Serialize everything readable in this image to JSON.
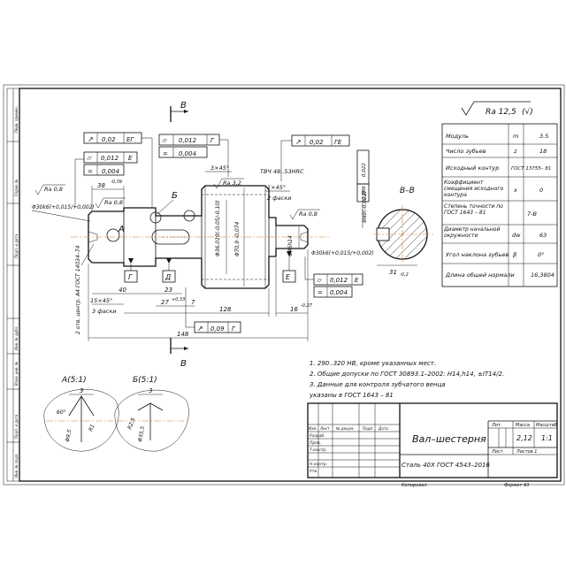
{
  "roughness": {
    "main": "Ra 12,5",
    "tail": "(√)"
  },
  "params_table": {
    "rows": [
      {
        "name": "Модуль",
        "symbol": "m",
        "value": "3.5"
      },
      {
        "name": "Число зубьев",
        "symbol": "z",
        "value": "18"
      },
      {
        "name": "Исходный контур",
        "symbol": "",
        "value": "ГОСТ 13755– 81"
      },
      {
        "name": "Коэффициент смещения исходного контура",
        "symbol": "x",
        "value": "0"
      },
      {
        "name": "Степень точности по ГОСТ 1643 – 81",
        "symbol": "",
        "value": "7-В"
      },
      {
        "name": "Диаметр начальной окружности",
        "symbol": "dw",
        "value": "63"
      },
      {
        "name": "Угол наклона зубьев",
        "symbol": "β",
        "value": "0°"
      },
      {
        "name": "Длина общей нормали",
        "symbol": "",
        "value": "16,3804"
      }
    ]
  },
  "tolerance_frames": {
    "f1": {
      "sym": "↗",
      "val": "0,02",
      "base": "ЕГ"
    },
    "f2": {
      "sym": "⌭",
      "val": "0,012",
      "base": "Е"
    },
    "f3": {
      "sym": "=",
      "val": "0,004",
      "base": ""
    },
    "f4": {
      "sym": "⌭",
      "val": "0,012",
      "base": "Г"
    },
    "f5": {
      "sym": "=",
      "val": "0,004",
      "base": ""
    },
    "f6": {
      "sym": "↗",
      "val": "0,02",
      "base": "ГЕ"
    },
    "f7": {
      "sym": "⌭",
      "val": "0,012",
      "base": "Е"
    },
    "f8": {
      "sym": "=",
      "val": "0,004",
      "base": ""
    },
    "f9": {
      "sym": "↗",
      "val": "0,09",
      "base": "Г"
    }
  },
  "section_marks": {
    "b": "В",
    "bb": "В–В",
    "a": "А",
    "bsect": "Б"
  },
  "datum_labels": [
    "Г",
    "Д",
    "Е"
  ],
  "dimensions": {
    "d38": "38",
    "d38_tol": "-0,39",
    "d40": "40",
    "d23": "23",
    "d7": "7",
    "d148": "148",
    "d128": "128",
    "d15x45": "15×45°",
    "d3fask": "3 фаски",
    "d27": "27",
    "d27_tol": "+0,33",
    "d3x45": "3×45°",
    "d1x45": "1×45°",
    "d2fask": "2 фаски",
    "d16": "16",
    "d16_tol": "-0,27",
    "tvch": "ТВЧ 48..53HRC",
    "ra08_left": "Ra 0,8",
    "ra08_mid": "Ra 0,8",
    "ra32": "Ra 3,2",
    "ra08_right": "Ra 0,8",
    "d30k6_left": "Φ30k6(+0,015/+0,002)",
    "d30k6_right": "Φ30k6(+0,015/+0,002)",
    "d36": "Φ36,019(-0,05/-0,10)",
    "d70": "Φ70,9 -0,074",
    "d46": "Φ46h14",
    "centers": "2 отв. центр. А4 ГОСТ 14034–74",
    "bb_8n9": "8N9(-0,022)",
    "bb_31": "31",
    "bb_31_tol": "-0,2",
    "bb_tol1": "0,022",
    "bb_tol2": "0,086"
  },
  "detail_a": {
    "title": "А(5:1)",
    "dim3": "3",
    "dia": "Φ9,5",
    "ang": "60°",
    "r": "R1"
  },
  "detail_b": {
    "title": "Б(5:1)",
    "dim3": "3",
    "dia": "Φ35,5",
    "r": "R2,5"
  },
  "notes": [
    "1. 290..320 НВ, кроме указанных мест.",
    "2. Общие допуски по ГОСТ 30893.1–2002: H14,h14, ±IT14/2.",
    "3. Данные для контроля зубчатого венца",
    "указаны в ГОСТ 1643 – 81"
  ],
  "title_block": {
    "name": "Вал–шестерня",
    "material": "Сталь 40Х ГОСТ 4543–2016",
    "lit": "Лит.",
    "mass_label": "Масса",
    "scale_label": "Масштаб",
    "mass": "2,12",
    "scale": "1:1",
    "sheet": "Лист",
    "sheets": "Листов  1",
    "rows": [
      "Изм.",
      "Лист",
      "№ докум.",
      "Подп.",
      "Дата"
    ],
    "roles": [
      "Разраб.",
      "Пров.",
      "Т.контр.",
      "",
      "Н.контр.",
      "Утв."
    ],
    "copied": "Копировал",
    "format": "Формат  А3"
  },
  "side_strip": [
    "Перв. примен.",
    "Справ. №",
    "Подп. и дата",
    "Инв. № дубл.",
    "Взам. инв. №",
    "Подп. и дата",
    "Инв. № подл."
  ]
}
